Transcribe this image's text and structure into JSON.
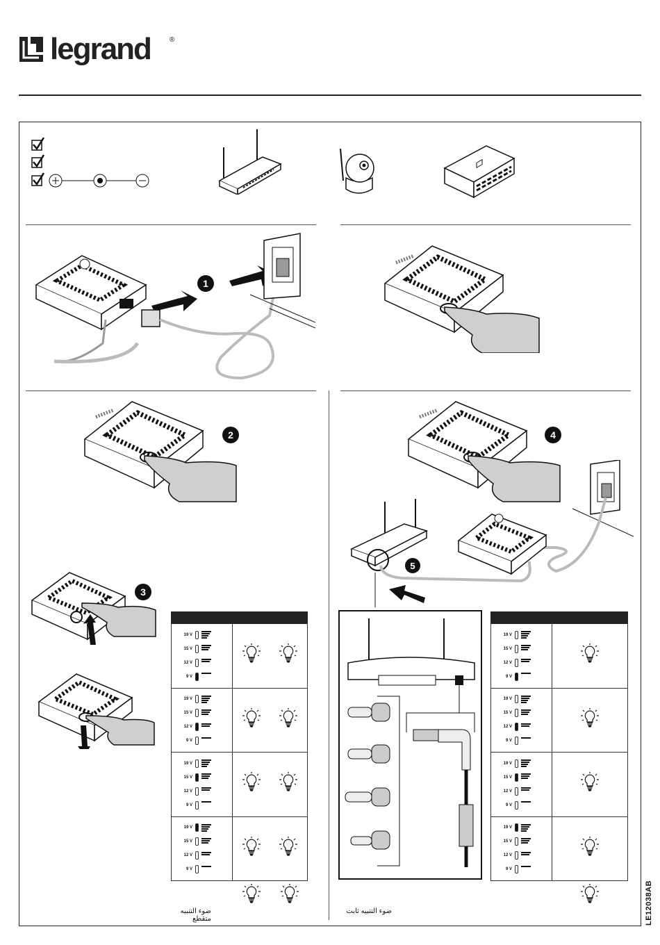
{
  "header": {
    "brand": "legrand",
    "reg_mark": "®"
  },
  "doc_code": "LE12038AB",
  "checklist": [
    {
      "icon": "checkbox-checked-icon"
    },
    {
      "icon": "checkbox-checked-icon"
    },
    {
      "icon": "checkbox-checked-icon",
      "polarity": {
        "plus": "+",
        "minus": "−"
      }
    }
  ],
  "devices": [
    "router-icon",
    "ip-camera-icon",
    "network-switch-icon"
  ],
  "steps": [
    "1",
    "2",
    "3",
    "4",
    "5"
  ],
  "left_table": {
    "caption": "ضوء التنبيه متقطع",
    "voltages": [
      "19 V",
      "15 V",
      "12 V",
      "9 V"
    ],
    "rows": [
      {
        "active": "9 V"
      },
      {
        "active": "12 V"
      },
      {
        "active": "15 V"
      },
      {
        "active": "19 V"
      }
    ]
  },
  "right_table": {
    "caption": "ضوء التنبيه ثابت",
    "voltages": [
      "19 V",
      "15 V",
      "12 V",
      "9 V"
    ],
    "rows": [
      {
        "active": "9 V"
      },
      {
        "active": "12 V"
      },
      {
        "active": "15 V"
      },
      {
        "active": "19 V"
      }
    ]
  },
  "colors": {
    "ink": "#111111",
    "panel": "#ffffff",
    "cable": "#bbbbbb",
    "hand": "#cfcfcf"
  }
}
